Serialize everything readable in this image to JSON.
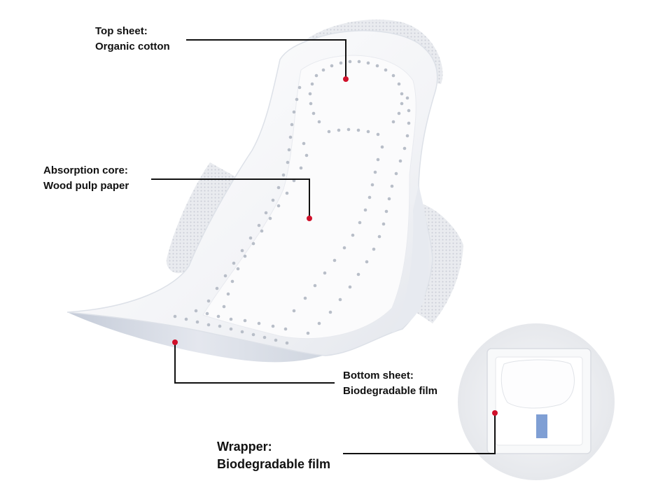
{
  "callouts": {
    "top_sheet": {
      "title": "Top sheet:",
      "material": "Organic cotton"
    },
    "absorption_core": {
      "title": "Absorption core:",
      "material": "Wood pulp paper"
    },
    "bottom_sheet": {
      "title": "Bottom sheet:",
      "material": "Biodegradable film"
    },
    "wrapper": {
      "title": "Wrapper:",
      "material": "Biodegradable film"
    }
  },
  "colors": {
    "marker_dot": "#d0102a",
    "leader_line": "#111111",
    "pad_body": "#f4f5f7",
    "pad_shadow": "#d6dae2",
    "wing_texture": "#dfe2e8",
    "perforation": "#b4bac4",
    "wrapper_circle": "#eceef1",
    "tape_tab": "#7f9fd4"
  },
  "icons": {
    "marker": "red-dot-icon"
  }
}
